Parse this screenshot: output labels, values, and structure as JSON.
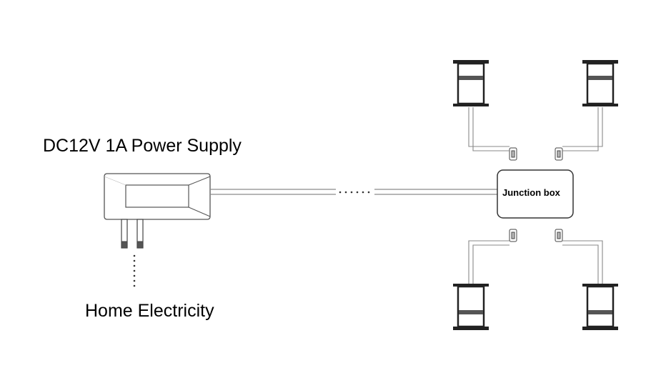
{
  "labels": {
    "power_supply": "DC12V 1A Power Supply",
    "home_electricity": "Home Electricity",
    "junction_box": "Junction box"
  },
  "colors": {
    "line": "#333333",
    "cable": "#999999",
    "light_band": "#555555"
  },
  "icons": {
    "adapter": "power-adapter-icon",
    "light": "deck-light-icon",
    "connector": "cable-connector-icon"
  }
}
